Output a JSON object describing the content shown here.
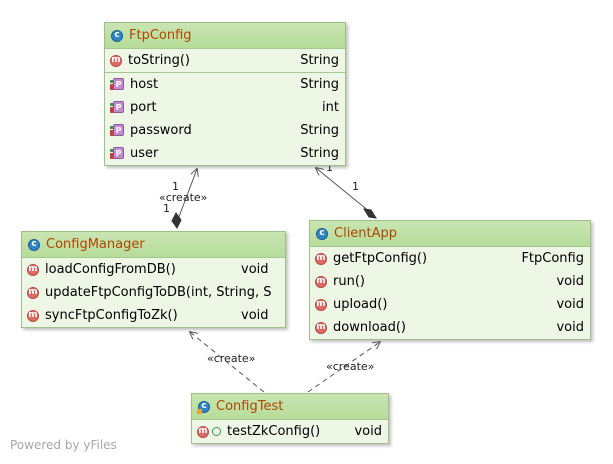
{
  "classes": {
    "ftpconfig": {
      "name": "FtpConfig",
      "methods": [
        {
          "name": "toString()",
          "type": "String"
        }
      ],
      "fields": [
        {
          "name": "host",
          "type": "String"
        },
        {
          "name": "port",
          "type": "int"
        },
        {
          "name": "password",
          "type": "String"
        },
        {
          "name": "user",
          "type": "String"
        }
      ]
    },
    "configmanager": {
      "name": "ConfigManager",
      "methods": [
        {
          "name": "loadConfigFromDB()",
          "type": "void"
        },
        {
          "name": "updateFtpConfigToDB(int, String, S",
          "type": ""
        },
        {
          "name": "syncFtpConfigToZk()",
          "type": "void"
        }
      ]
    },
    "clientapp": {
      "name": "ClientApp",
      "methods": [
        {
          "name": "getFtpConfig()",
          "type": "FtpConfig"
        },
        {
          "name": "run()",
          "type": "void"
        },
        {
          "name": "upload()",
          "type": "void"
        },
        {
          "name": "download()",
          "type": "void"
        }
      ]
    },
    "configtest": {
      "name": "ConfigTest",
      "methods": [
        {
          "name": "testZkConfig()",
          "type": "void"
        }
      ]
    }
  },
  "edges": {
    "manager_to_config": {
      "label": "«create»",
      "mult_target": "1",
      "mult_source": "1"
    },
    "client_to_config": {
      "mult_target": "1",
      "mult_source": "1"
    },
    "test_to_manager": {
      "label": "«create»"
    },
    "test_to_client": {
      "label": "«create»"
    }
  },
  "watermark": "Powered by yFiles",
  "icons": {
    "class": "class-icon",
    "method": "method-icon",
    "field": "property-icon",
    "test_class": "test-class-icon",
    "public": "public-icon"
  },
  "colors": {
    "class_name": "#b04500",
    "header": "#b6dc9a",
    "body": "#eef6e6",
    "border": "#9fc088",
    "class_icon": "#2e86c8",
    "method_icon": "#e16a64",
    "field_icon": "#c58ad2"
  }
}
